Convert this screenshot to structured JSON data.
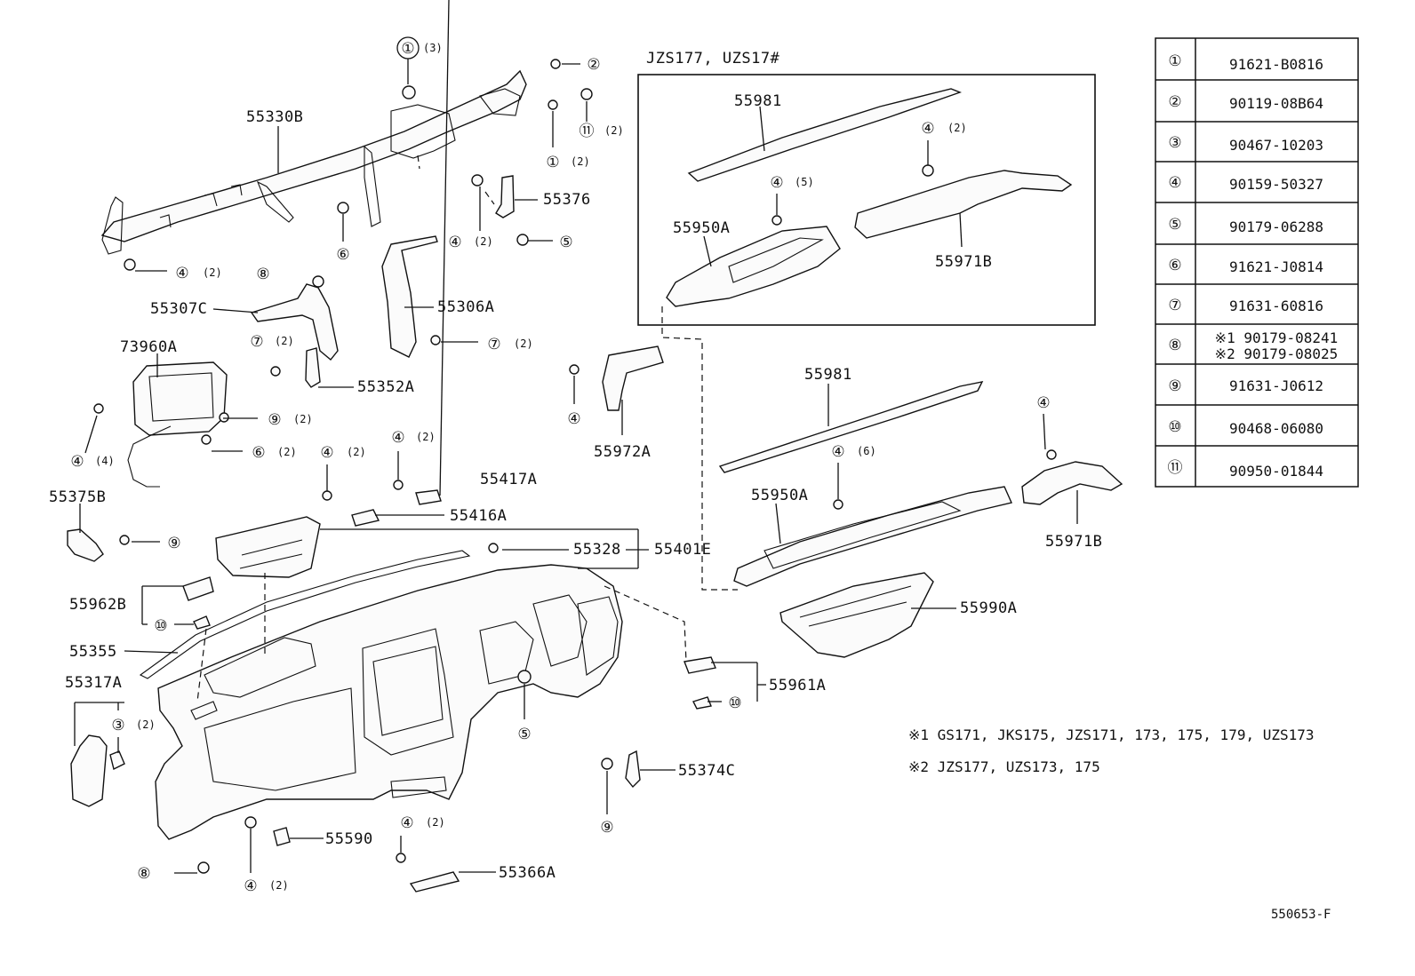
{
  "labels": {
    "reinforcement": "55330B",
    "brace_55376": "55376",
    "brace_55306A": "55306A",
    "brace_55307C": "55307C",
    "bracket_55352A": "55352A",
    "airbag_73960A": "73960A",
    "clip_55417A": "55417A",
    "clip_55416A": "55416A",
    "bracket_55375B": "55375B",
    "box_55401E": "55401E",
    "part_55328": "55328",
    "vent_55962B": "55962B",
    "trim_55355": "55355",
    "cover_55317A": "55317A",
    "duct_55972A": "55972A",
    "defroster_55981_a": "55981",
    "duct_55950A_a": "55950A",
    "duct_55971B_a": "55971B",
    "defroster_55981_b": "55981",
    "duct_55950A_b": "55950A",
    "duct_55971B_b": "55971B",
    "panel_55990A": "55990A",
    "vent_55961A": "55961A",
    "bracket_55374C": "55374C",
    "knob_55590": "55590",
    "bracket_55366A": "55366A",
    "inset_title": "JZS177, UZS17#",
    "figure_code": "550653-F"
  },
  "callouts": {
    "c1": {
      "num": "①",
      "qty": "(3)"
    },
    "c2": {
      "num": "②",
      "qty": ""
    },
    "c11": {
      "num": "⑪",
      "qty": "(2)"
    },
    "c1b": {
      "num": "①",
      "qty": "(2)"
    },
    "c6a": {
      "num": "⑥",
      "qty": ""
    },
    "c4a": {
      "num": "④",
      "qty": "(2)"
    },
    "c4b": {
      "num": "④",
      "qty": "(2)"
    },
    "c5a": {
      "num": "⑤",
      "qty": ""
    },
    "c8a": {
      "num": "⑧",
      "qty": ""
    },
    "c7a": {
      "num": "⑦",
      "qty": "(2)"
    },
    "c7b": {
      "num": "⑦",
      "qty": "(2)"
    },
    "c9a": {
      "num": "⑨",
      "qty": "(2)"
    },
    "c6b": {
      "num": "⑥",
      "qty": "(2)"
    },
    "c4c": {
      "num": "④",
      "qty": "(4)"
    },
    "c4d": {
      "num": "④",
      "qty": "(2)"
    },
    "c4e": {
      "num": "④",
      "qty": "(2)"
    },
    "c9b": {
      "num": "⑨",
      "qty": ""
    },
    "c10a": {
      "num": "⑩",
      "qty": ""
    },
    "c3": {
      "num": "③",
      "qty": "(2)"
    },
    "c4f": {
      "num": "④",
      "qty": ""
    },
    "c4g": {
      "num": "④",
      "qty": "(2)"
    },
    "c4h": {
      "num": "④",
      "qty": "(5)"
    },
    "c4i": {
      "num": "④",
      "qty": "(6)"
    },
    "c4j": {
      "num": "④",
      "qty": ""
    },
    "c5b": {
      "num": "⑤",
      "qty": ""
    },
    "c10b": {
      "num": "⑩",
      "qty": ""
    },
    "c9c": {
      "num": "⑨",
      "qty": ""
    },
    "c4k": {
      "num": "④",
      "qty": "(2)"
    },
    "c8b": {
      "num": "⑧",
      "qty": ""
    },
    "c4l": {
      "num": "④",
      "qty": "(2)"
    }
  },
  "fastener_table": [
    {
      "ref": "①",
      "part": "91621-B0816"
    },
    {
      "ref": "②",
      "part": "90119-08B64"
    },
    {
      "ref": "③",
      "part": "90467-10203"
    },
    {
      "ref": "④",
      "part": "90159-50327"
    },
    {
      "ref": "⑤",
      "part": "90179-06288"
    },
    {
      "ref": "⑥",
      "part": "91621-J0814"
    },
    {
      "ref": "⑦",
      "part": "91631-60816"
    },
    {
      "ref": "⑧",
      "part": "※1 90179-08241",
      "part2": "※2 90179-08025"
    },
    {
      "ref": "⑨",
      "part": "91631-J0612"
    },
    {
      "ref": "⑩",
      "part": "90468-06080"
    },
    {
      "ref": "⑪",
      "part": "90950-01844"
    }
  ],
  "notes": [
    "※1 GS171, JKS175, JZS171, 173, 175, 179, UZS173",
    "※2 JZS177, UZS173, 175"
  ]
}
